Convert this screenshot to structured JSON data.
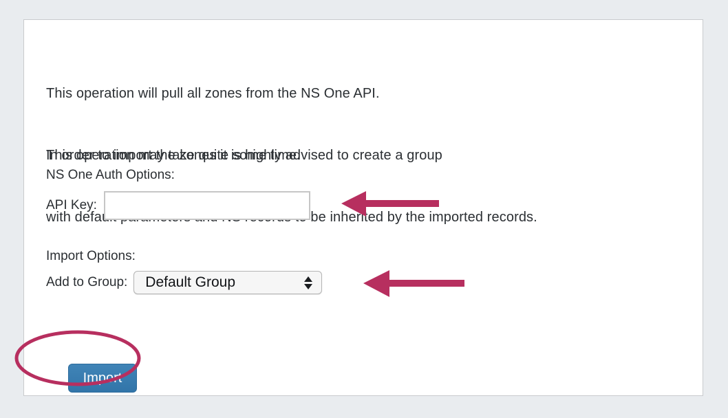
{
  "panel": {
    "intro": {
      "line1": "This operation will pull all zones from the NS One API.",
      "line2": "This operation may take quite some time."
    },
    "advice": {
      "line1": "In order to import the zones it is highly advised to create a group",
      "line2": "with default parameters and NS records to be inherited by the imported records."
    },
    "auth_section": {
      "heading": "NS One Auth Options:",
      "api_key_label": "API Key:",
      "api_key_value": "",
      "api_key_placeholder": ""
    },
    "import_section": {
      "heading": "Import Options:",
      "group_label": "Add to Group:",
      "group_selected": "Default Group",
      "group_options": [
        "Default Group"
      ]
    },
    "actions": {
      "import_label": "Import"
    }
  },
  "annotations": {
    "accent_color": "#b72f5f",
    "arrow_api_key": "arrow-pointing-left-at-api-key-field",
    "arrow_group_select": "arrow-pointing-left-at-add-to-group-select",
    "ellipse_import": "ellipse-highlighting-import-button"
  },
  "colors": {
    "page_background": "#e9ecef",
    "panel_background": "#ffffff",
    "panel_border": "#c9cbcd",
    "text": "#2b2f33",
    "button_blue": "#3a7cb0",
    "annotation_crimson": "#b72f5f",
    "input_border": "#c6c6c6"
  }
}
